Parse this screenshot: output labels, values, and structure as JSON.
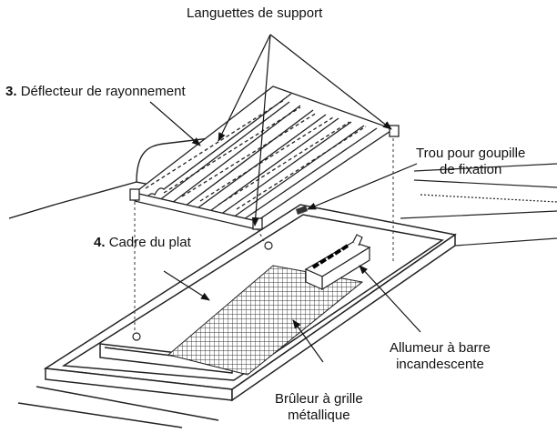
{
  "labels": {
    "support_tabs": "Languettes de support",
    "deflector_number": "3.",
    "deflector_text": "Déflecteur de rayonnement",
    "pin_hole_line1": "Trou pour goupille",
    "pin_hole_line2": "de fixation",
    "tray_number": "4.",
    "tray_text": "Cadre du plat",
    "igniter_line1": "Allumeur à barre",
    "igniter_line2": "incandescente",
    "burner_line1": "Brûleur à grille",
    "burner_line2": "métallique"
  }
}
